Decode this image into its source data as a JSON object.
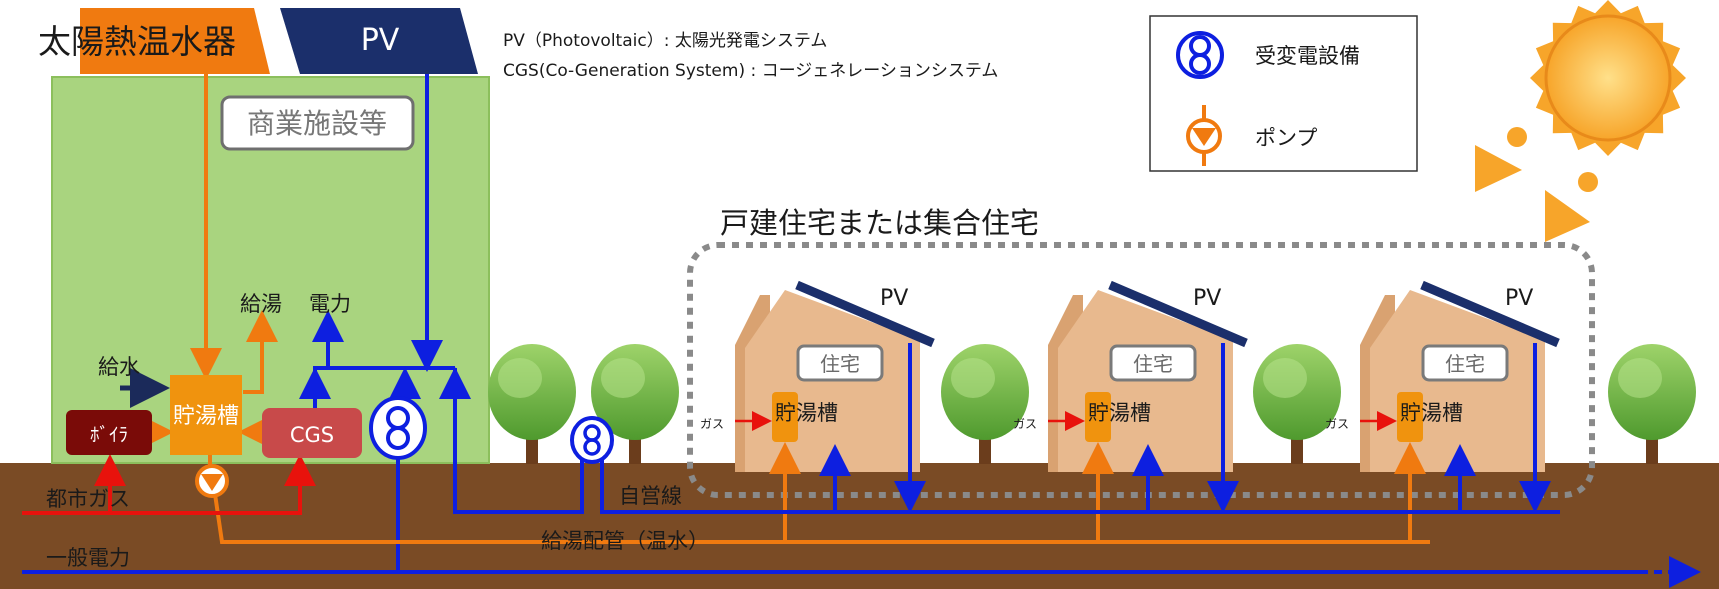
{
  "header": {
    "solar_thermal": "太陽熱温水器",
    "pv_top": "PV",
    "note_line1": "PV（Photovoltaic）: 太陽光発電システム",
    "note_line2": "CGS(Co-Generation System) : コージェネレーションシステム"
  },
  "legend": {
    "substation_label": "受変電設備",
    "pump_label": "ポンプ"
  },
  "facility": {
    "title": "商業施設等",
    "hot_water_out": "給湯",
    "power_out": "電力",
    "water_supply": "給水",
    "storage_tank": "貯湯槽",
    "boiler": "ﾎﾞｲﾗ",
    "cgs": "CGS"
  },
  "housing": {
    "group_title": "戸建住宅または集合住宅",
    "houses": [
      {
        "pv": "PV",
        "name": "住宅",
        "tank": "貯湯槽",
        "gas": "ガス"
      },
      {
        "pv": "PV",
        "name": "住宅",
        "tank": "貯湯槽",
        "gas": "ガス"
      },
      {
        "pv": "PV",
        "name": "住宅",
        "tank": "貯湯槽",
        "gas": "ガス"
      }
    ]
  },
  "underground": {
    "city_gas": "都市ガス",
    "private_line": "自営線",
    "hot_water_pipe": "給湯配管（温水）",
    "grid_power": "一般電力"
  },
  "colors": {
    "ground": "#7a4b25",
    "facility_bg": "#a9d47f",
    "electric": "#0d1fe0",
    "hot_water": "#f07a10",
    "gas": "#e8120c",
    "tank": "#f0930e",
    "boiler": "#7a0b08",
    "cgs": "#c84a4a",
    "pv_panel": "#1b2f6b",
    "house": "#e8b98e"
  }
}
